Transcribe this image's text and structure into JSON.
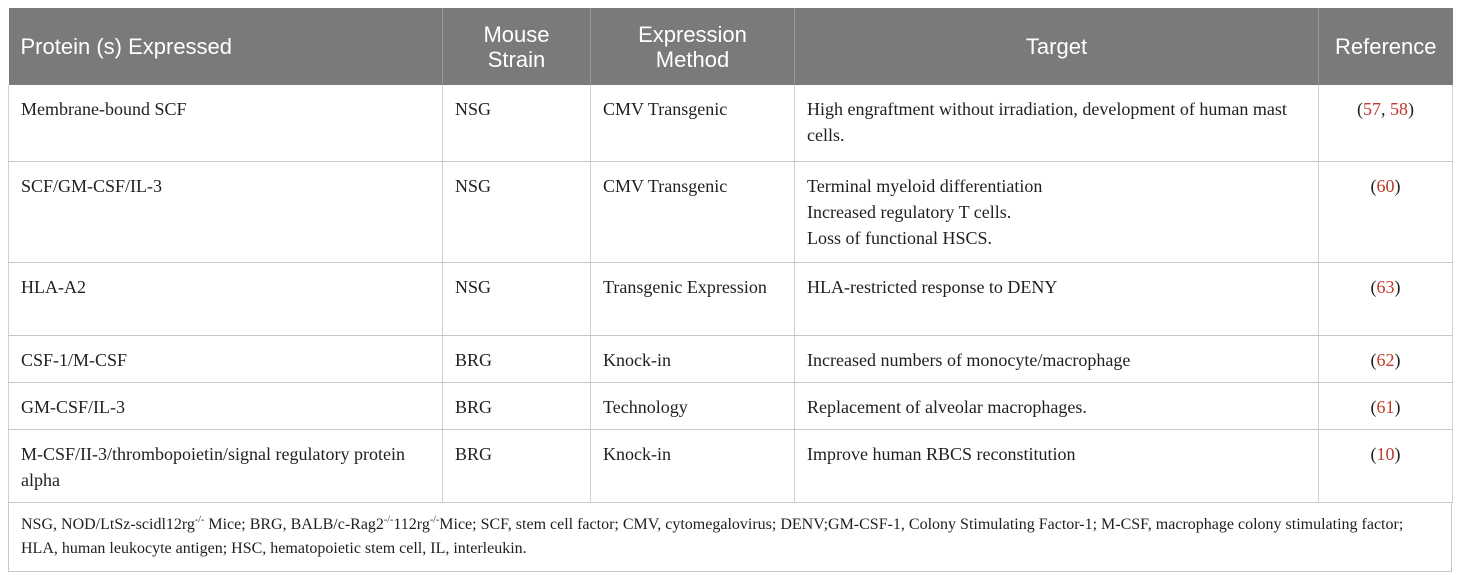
{
  "headers": {
    "protein": "Protein (s) Expressed",
    "strain": "Mouse Strain",
    "method": "Expression Method",
    "target": "Target",
    "reference": "Reference"
  },
  "rows": [
    {
      "protein": "Membrane-bound SCF",
      "strain": "NSG",
      "method": "CMV Transgenic",
      "target": [
        "High engraftment without irradiation, development of human mast cells."
      ],
      "ref_open": "(",
      "refs": [
        "57",
        "58"
      ],
      "ref_close": ")"
    },
    {
      "protein": "SCF/GM-CSF/IL-3",
      "strain": "NSG",
      "method": "CMV Transgenic",
      "target": [
        "Terminal myeloid differentiation",
        "Increased regulatory T cells.",
        "Loss of functional HSCS."
      ],
      "ref_open": "(",
      "refs": [
        "60"
      ],
      "ref_close": ")"
    },
    {
      "protein": "HLA-A2",
      "strain": "NSG",
      "method": "Transgenic Expression",
      "target": [
        "HLA-restricted response to DENY"
      ],
      "ref_open": "(",
      "refs": [
        "63"
      ],
      "ref_close": ")"
    },
    {
      "protein": "CSF-1/M-CSF",
      "strain": "BRG",
      "method": "Knock-in",
      "target": [
        "Increased numbers of monocyte/macrophage"
      ],
      "ref_open": "(",
      "refs": [
        "62"
      ],
      "ref_close": ")"
    },
    {
      "protein": "GM-CSF/IL-3",
      "strain": "BRG",
      "method": "Technology",
      "target": [
        "Replacement of alveolar macrophages."
      ],
      "ref_open": "(",
      "refs": [
        "61"
      ],
      "ref_close": ")"
    },
    {
      "protein": "M-CSF/II-3/thrombopoietin/signal regulatory protein alpha",
      "strain": "BRG",
      "method": "Knock-in",
      "target": [
        "Improve human RBCS reconstitution"
      ],
      "ref_open": "(",
      "refs": [
        "10"
      ],
      "ref_close": ")"
    }
  ],
  "footnote": {
    "p1": "NSG, NOD/LtSz-scidl12rg",
    "sup1": "-/-",
    "p2": " Mice; BRG, BALB/c-Rag2",
    "sup2": "-/-",
    "p3": "112rg",
    "sup3": "-/-",
    "p4": "Mice; SCF, stem cell factor; CMV, cytomegalovirus; DENV;GM-CSF-1, Colony Stimulating Factor-1; M-CSF, macrophage colony stimulating factor; HLA, human leukocyte antigen; HSC, hematopoietic stem cell, IL, interleukin."
  },
  "colors": {
    "header_bg": "#7a7a7a",
    "header_text": "#ffffff",
    "reference_link": "#c0392b"
  }
}
